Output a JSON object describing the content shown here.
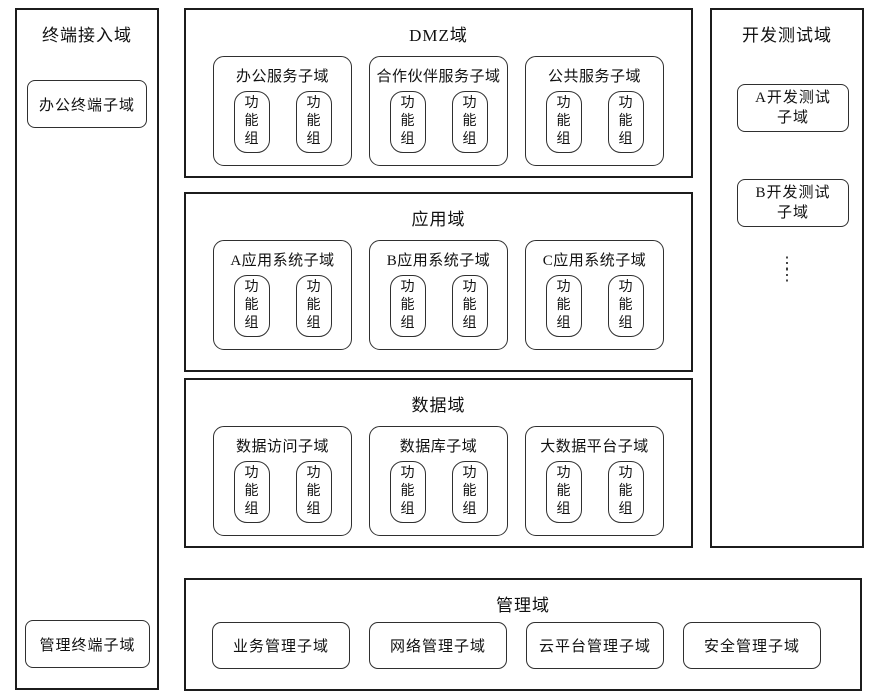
{
  "terminal_access": {
    "title": "终端接入域",
    "office_terminal_subdomain": "办公终端子域",
    "management_terminal_subdomain": "管理终端子域"
  },
  "dmz": {
    "title": "DMZ域",
    "subdomains": [
      {
        "name": "办公服务子域",
        "groups": [
          "功能组",
          "功能组"
        ]
      },
      {
        "name": "合作伙伴服务子域",
        "groups": [
          "功能组",
          "功能组"
        ]
      },
      {
        "name": "公共服务子域",
        "groups": [
          "功能组",
          "功能组"
        ]
      }
    ]
  },
  "application": {
    "title": "应用域",
    "subdomains": [
      {
        "name": "A应用系统子域",
        "groups": [
          "功能组",
          "功能组"
        ]
      },
      {
        "name": "B应用系统子域",
        "groups": [
          "功能组",
          "功能组"
        ]
      },
      {
        "name": "C应用系统子域",
        "groups": [
          "功能组",
          "功能组"
        ]
      }
    ]
  },
  "data_domain": {
    "title": "数据域",
    "subdomains": [
      {
        "name": "数据访问子域",
        "groups": [
          "功能组",
          "功能组"
        ]
      },
      {
        "name": "数据库子域",
        "groups": [
          "功能组",
          "功能组"
        ]
      },
      {
        "name": "大数据平台子域",
        "groups": [
          "功能组",
          "功能组"
        ]
      }
    ]
  },
  "management": {
    "title": "管理域",
    "subdomains": [
      "业务管理子域",
      "网络管理子域",
      "云平台管理子域",
      "安全管理子域"
    ]
  },
  "dev_test": {
    "title": "开发测试域",
    "subdomain_a": "A开发测试 子域",
    "subdomain_b": "B开发测试 子域",
    "ellipsis_dots": "⋮⋮"
  },
  "colors": {
    "background": "#ffffff",
    "outer_border": "#1c1c1c",
    "inner_border": "#2f2f2f",
    "text": "#111111"
  }
}
